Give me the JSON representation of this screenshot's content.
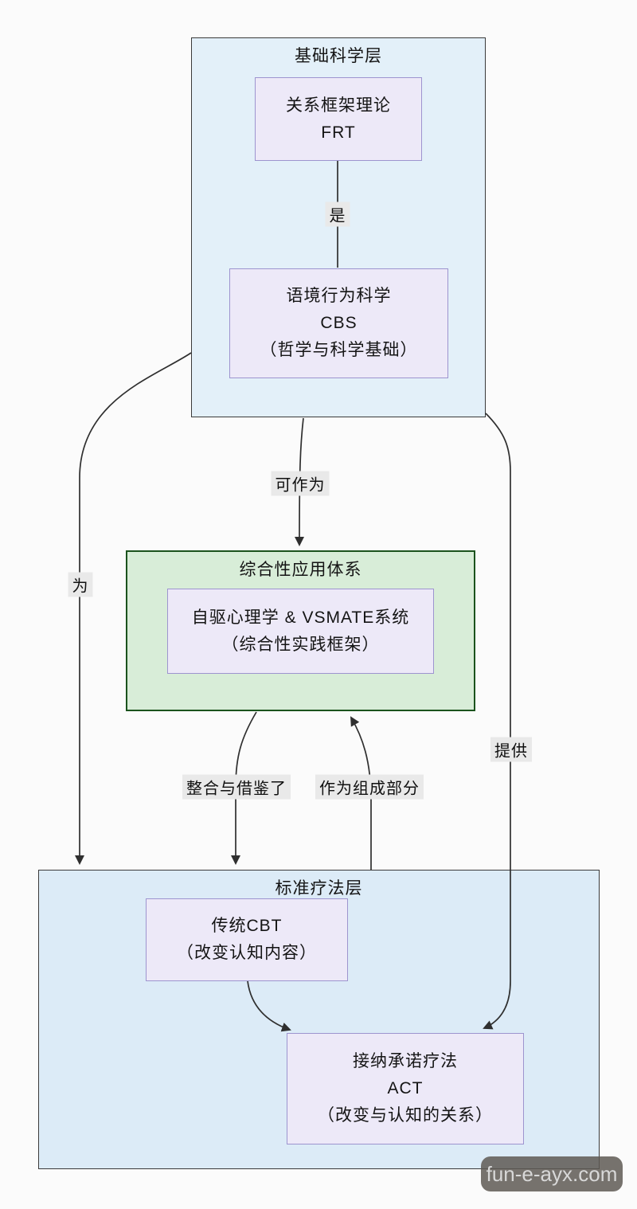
{
  "diagram": {
    "clusters": {
      "foundation": {
        "title": "基础科学层"
      },
      "application": {
        "title": "综合性应用体系"
      },
      "therapy": {
        "title": "标准疗法层"
      }
    },
    "nodes": {
      "frt": {
        "lines": [
          "关系框架理论",
          "FRT"
        ]
      },
      "cbs": {
        "lines": [
          "语境行为科学",
          "CBS",
          "（哲学与科学基础）"
        ]
      },
      "vsmate": {
        "lines": [
          "自驱心理学 & VSMATE系统",
          "（综合性实践框架）"
        ]
      },
      "cbt": {
        "lines": [
          "传统CBT",
          "（改变认知内容）"
        ]
      },
      "act": {
        "lines": [
          "接纳承诺疗法",
          "ACT",
          "（改变与认知的关系）"
        ]
      }
    },
    "edge_labels": {
      "is": "是",
      "can_serve_as": "可作为",
      "for": "为",
      "provides": "提供",
      "integrates": "整合与借鉴了",
      "component_of": "作为组成部分"
    },
    "colors": {
      "cluster_blue_fill": "#e3f0f9",
      "cluster_blue2_fill": "#dcebf7",
      "cluster_green_fill": "#d8edd8",
      "cluster_green_border": "#1b531d",
      "node_fill": "#ede9f8",
      "node_border": "#9d94cf",
      "edge_line": "#2f2f2f",
      "edge_label_bg": "#e9e9e9"
    }
  },
  "watermark": {
    "text": "fun-e-ayx.com"
  }
}
